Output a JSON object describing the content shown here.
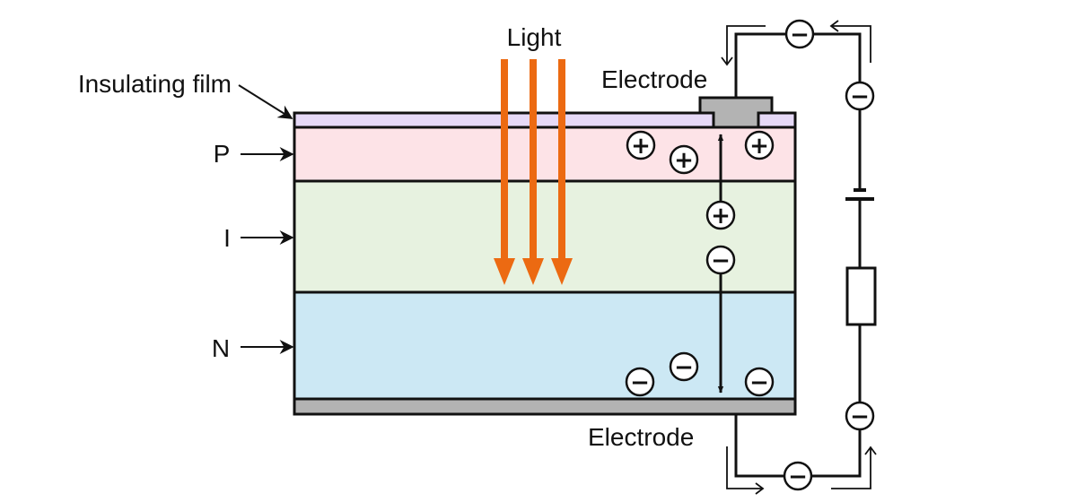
{
  "labels": {
    "light": "Light",
    "insulating_film": "Insulating film",
    "layer_p": "P",
    "layer_i": "I",
    "layer_n": "N",
    "electrode_top": "Electrode",
    "electrode_bottom": "Electrode"
  },
  "symbols": {
    "hole": "+",
    "electron": "−"
  },
  "colors": {
    "insulating_film": "#e6d9f7",
    "p_layer": "#fde3e7",
    "i_layer": "#e7f2e0",
    "n_layer": "#cce8f4",
    "electrode": "#b3b3b3",
    "light_arrow": "#ec6a12",
    "outline": "#111111"
  },
  "icons": [
    "light-arrow",
    "hole-charge",
    "electron-charge",
    "battery-symbol",
    "resistor-symbol",
    "current-direction-arrow"
  ]
}
